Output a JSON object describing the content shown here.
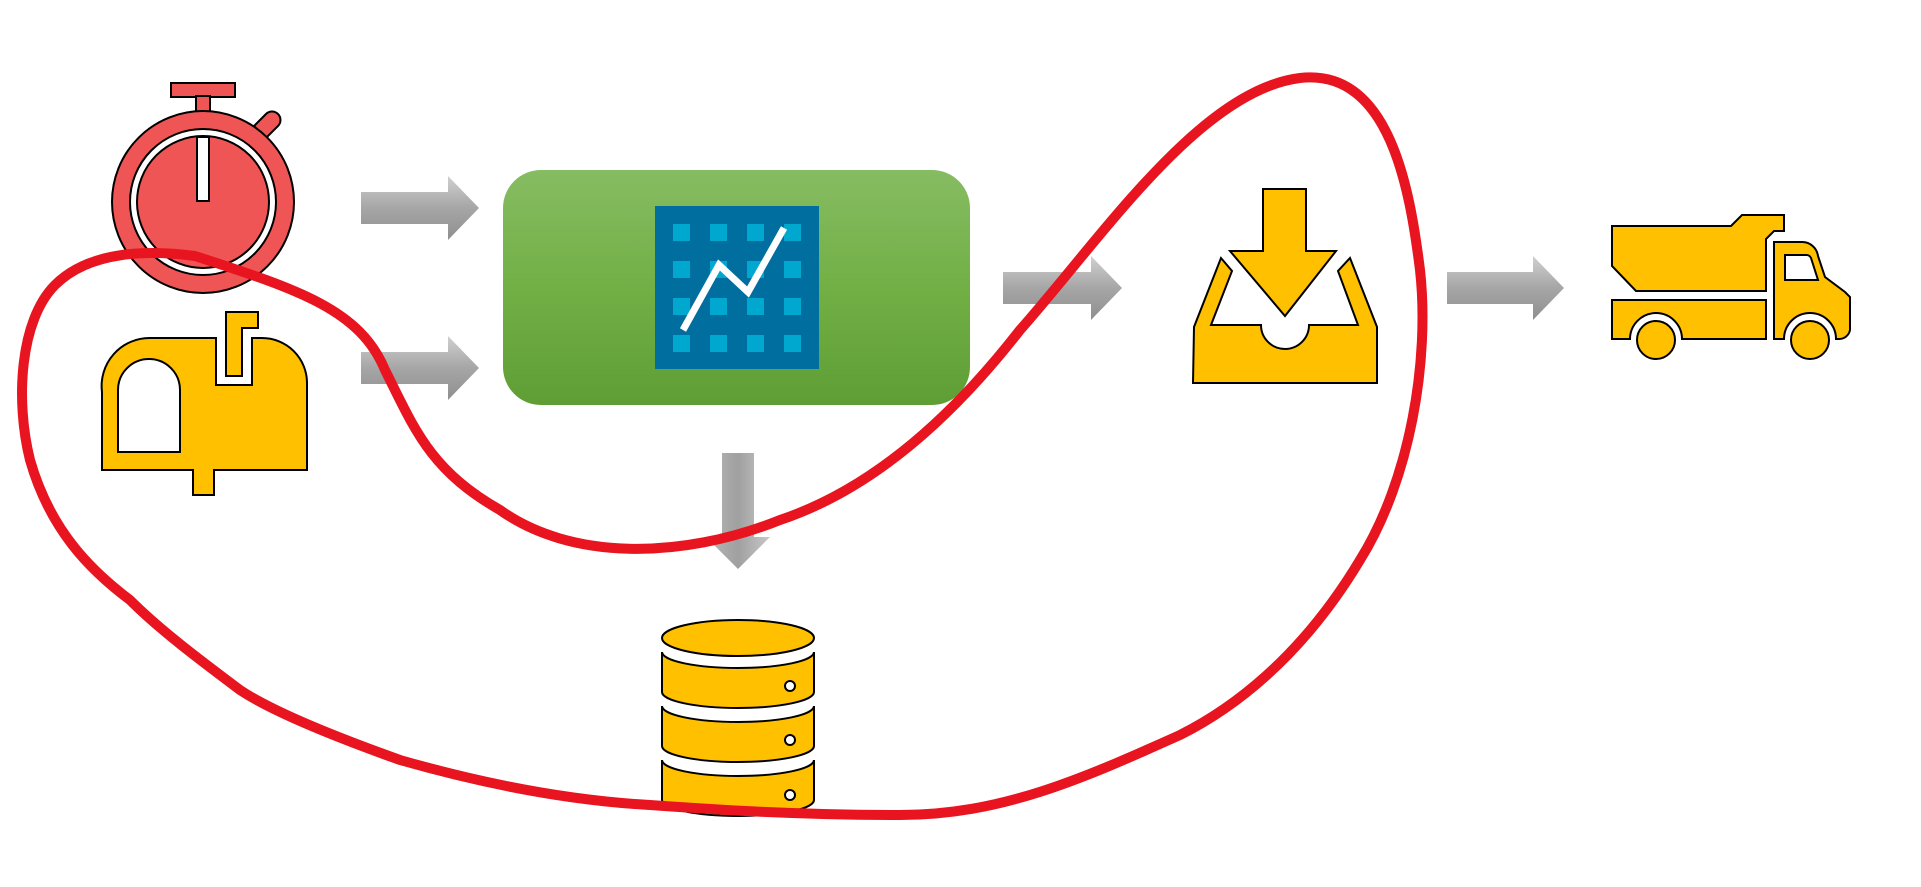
{
  "diagram": {
    "nodes": [
      {
        "id": "timer",
        "icon": "stopwatch-icon"
      },
      {
        "id": "mailbox",
        "icon": "mailbox-icon"
      },
      {
        "id": "processor",
        "icon": "chart-grid-icon"
      },
      {
        "id": "database",
        "icon": "database-icon"
      },
      {
        "id": "inbox",
        "icon": "inbox-download-icon"
      },
      {
        "id": "truck",
        "icon": "dump-truck-icon"
      }
    ],
    "edges": [
      {
        "from": "timer",
        "to": "processor"
      },
      {
        "from": "mailbox",
        "to": "processor"
      },
      {
        "from": "processor",
        "to": "inbox"
      },
      {
        "from": "processor",
        "to": "database"
      },
      {
        "from": "inbox",
        "to": "truck"
      }
    ],
    "annotation": "freehand-loop",
    "colors": {
      "icon_yellow": "#FFC000",
      "timer_red": "#F05555",
      "processor_green": "#70AD47",
      "chart_blue": "#006E9E",
      "chart_cell": "#00A8D0",
      "arrow_gray": "#A6A6A6",
      "annotation_red": "#E8141F"
    }
  }
}
